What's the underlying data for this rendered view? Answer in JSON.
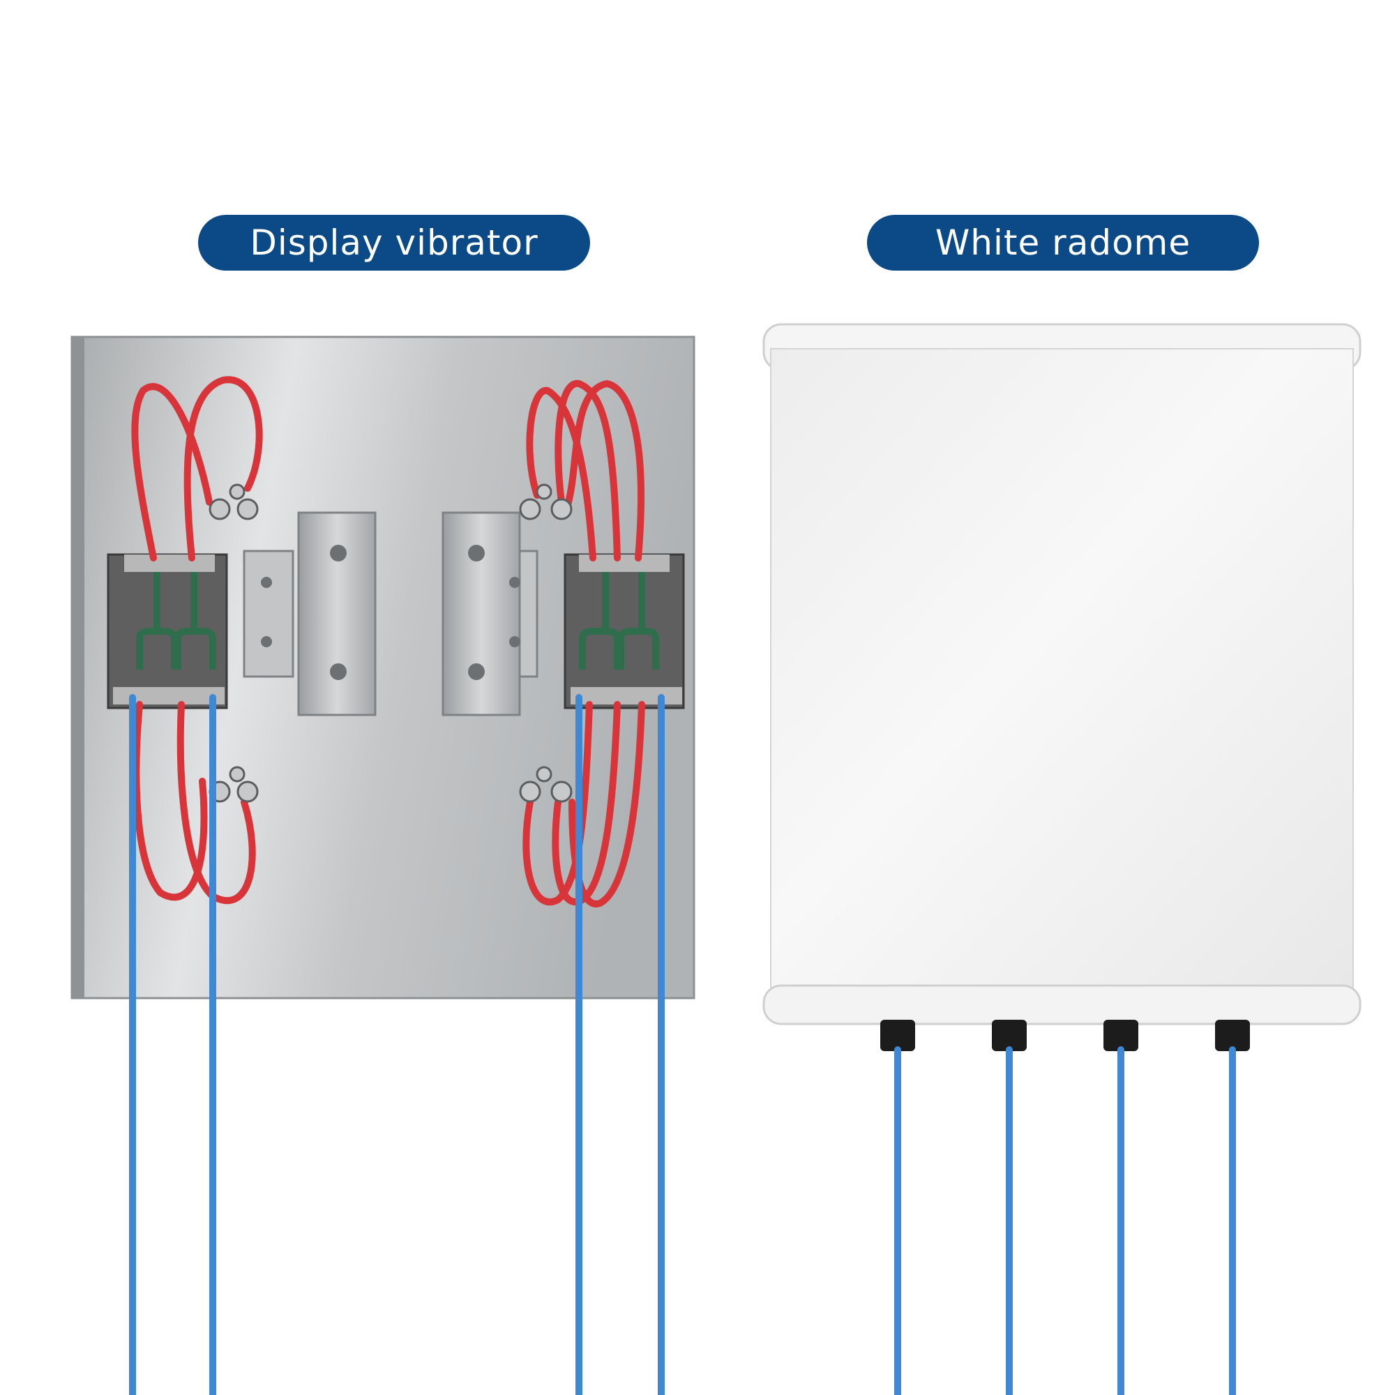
{
  "labels": {
    "left": "Display vibrator",
    "right": "White radome"
  },
  "colors": {
    "label_bg": "#0b4a87",
    "label_text": "#ffffff",
    "red_cable": "#d8353a",
    "blue_cable": "#3f88d4",
    "plate": "#c9cbcd",
    "radome": "#f3f3f3",
    "pcb_green": "#2f6e4d"
  },
  "scene": {
    "left_panel": {
      "name": "metal-reflector-plate",
      "blue_cable_count": 4
    },
    "right_panel": {
      "name": "white-radome-enclosure",
      "connector_count": 4,
      "blue_cable_count": 4
    }
  }
}
